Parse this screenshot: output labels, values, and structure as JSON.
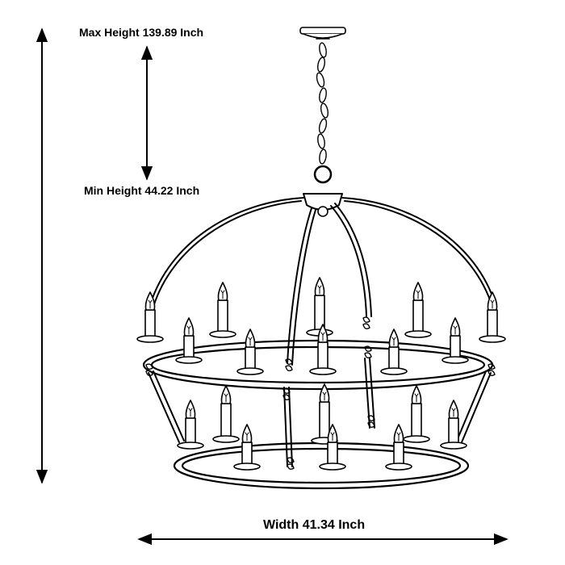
{
  "dimensions": {
    "max_height": "Max Height 139.89 Inch",
    "min_height": "Min Height 44.22 Inch",
    "width": "Width 41.34 Inch"
  },
  "drawing": {
    "subject": "chandelier-line-drawing",
    "stroke_color": "#000000",
    "background_color": "#ffffff"
  }
}
